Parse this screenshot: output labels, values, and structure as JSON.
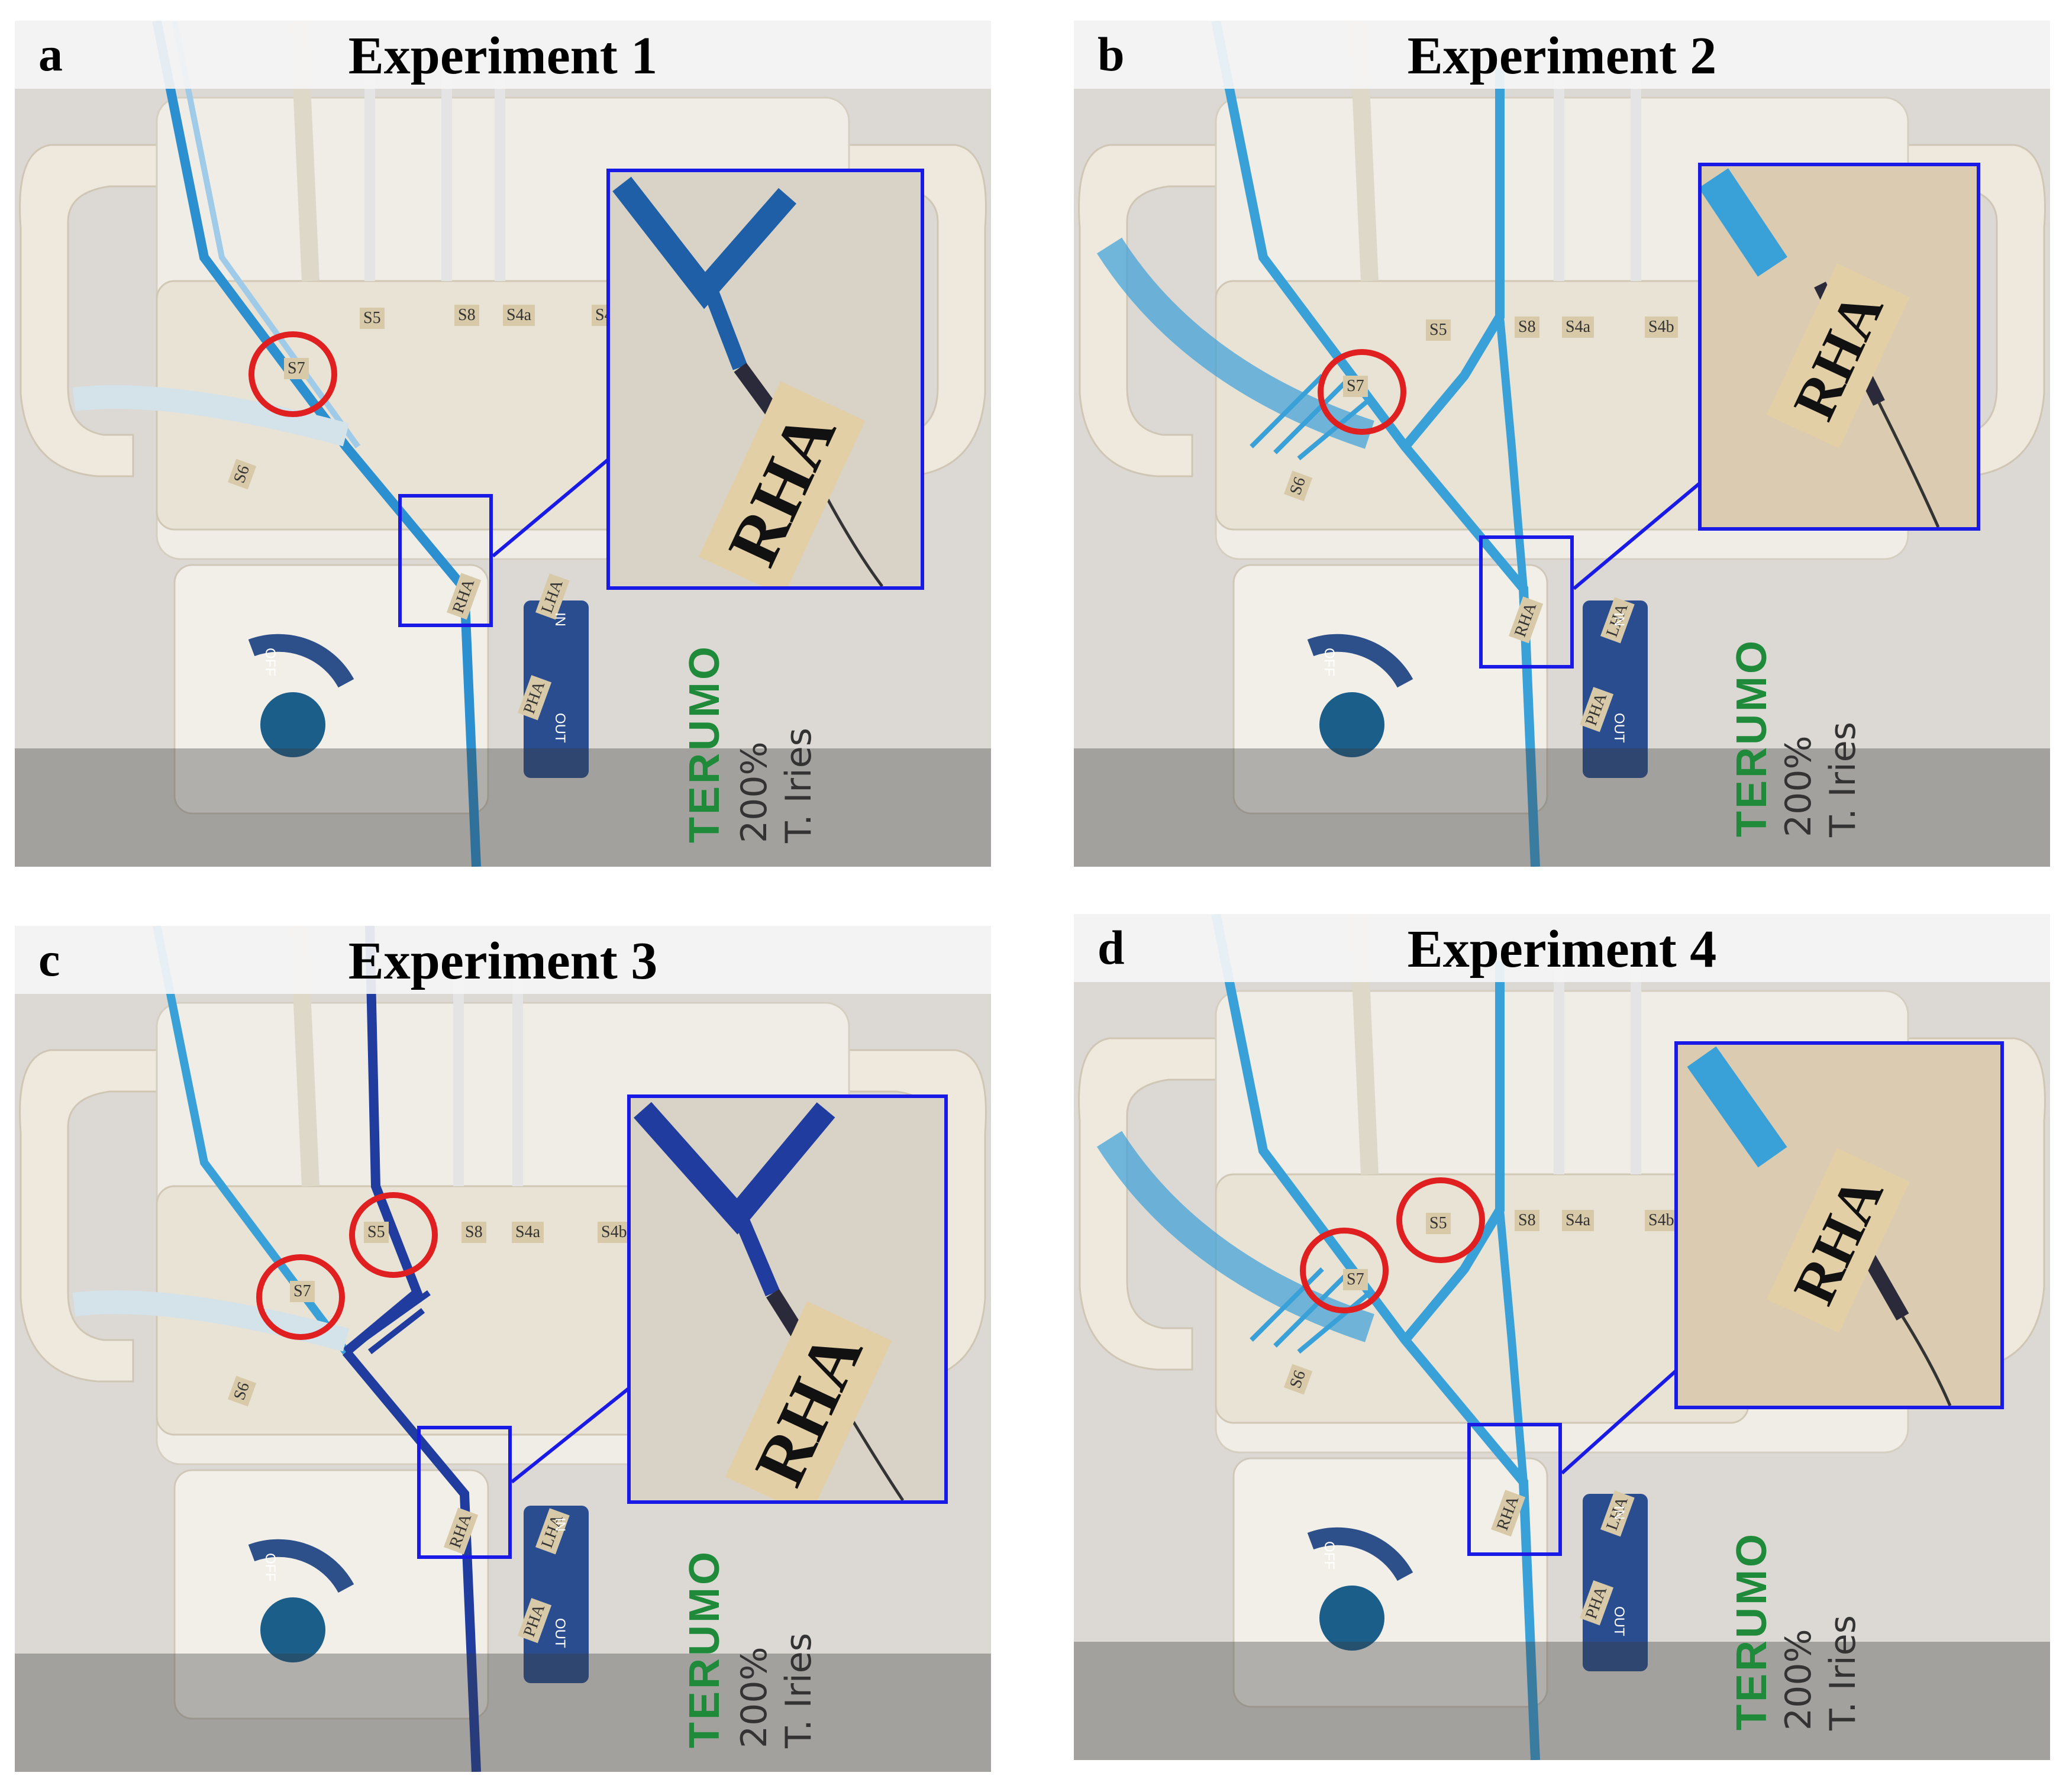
{
  "panels": [
    {
      "letter": "a",
      "title": "Experiment 1",
      "labels": {
        "s5": "S5",
        "s8": "S8",
        "s4a": "S4a",
        "s4b": "S4",
        "s7": "S7",
        "s6": "S6",
        "rha": "RHA",
        "lha": "LHA",
        "pha": "PHA"
      },
      "inset_label": "RHA",
      "brand": "TERUMO",
      "handwriting": [
        "200%",
        "T. Iries"
      ],
      "pump": {
        "in": "IN",
        "out": "OUT",
        "off": "OFF"
      },
      "dye_color": "#2c8fd0"
    },
    {
      "letter": "b",
      "title": "Experiment 2",
      "labels": {
        "s5": "S5",
        "s8": "S8",
        "s4a": "S4a",
        "s4b": "S4b",
        "s7": "S7",
        "s6": "S6",
        "rha": "RHA",
        "lha": "LHA",
        "pha": "PHA"
      },
      "inset_label": "RHA",
      "brand": "TERUMO",
      "handwriting": [
        "200%",
        "T. Iries"
      ],
      "pump": {
        "in": "IN",
        "out": "OUT",
        "off": "OFF"
      },
      "dye_color": "#3aa0d8"
    },
    {
      "letter": "c",
      "title": "Experiment 3",
      "labels": {
        "s5": "S5",
        "s8": "S8",
        "s4a": "S4a",
        "s4b": "S4b",
        "s7": "S7",
        "s6": "S6",
        "rha": "RHA",
        "lha": "LHA",
        "pha": "PHA"
      },
      "inset_label": "RHA",
      "brand": "TERUMO",
      "handwriting": [
        "200%",
        "T. Iries"
      ],
      "pump": {
        "in": "IN",
        "out": "OUT",
        "off": "OFF"
      },
      "dye_color": "#1f3c9e"
    },
    {
      "letter": "d",
      "title": "Experiment 4",
      "labels": {
        "s5": "S5",
        "s8": "S8",
        "s4a": "S4a",
        "s4b": "S4b",
        "s7": "S7",
        "s6": "S6",
        "rha": "RHA",
        "lha": "LHA",
        "pha": "PHA"
      },
      "inset_label": "RHA",
      "brand": "TERUMO",
      "handwriting": [
        "200%",
        "T. Iries"
      ],
      "pump": {
        "in": "IN",
        "out": "OUT",
        "off": "OFF"
      },
      "dye_color": "#3aa0d8"
    }
  ],
  "colors": {
    "highlight_box": "#1a1ae6",
    "circle": "#e02020"
  }
}
